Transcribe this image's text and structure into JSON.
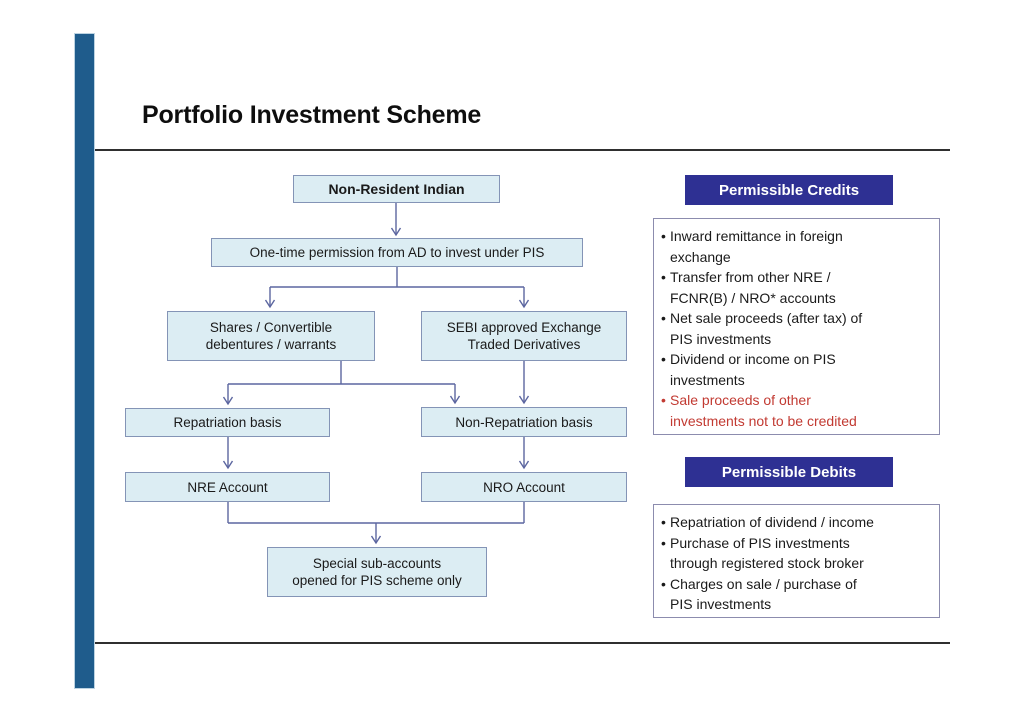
{
  "page": {
    "title": "Portfolio Investment Scheme"
  },
  "flowchart": {
    "nodes": {
      "nri": {
        "label": "Non-Resident Indian"
      },
      "permission": {
        "label": "One-time permission from AD to invest under PIS"
      },
      "shares": {
        "label": "Shares / Convertible\ndebentures / warrants"
      },
      "sebi": {
        "label": "SEBI approved Exchange\nTraded Derivatives"
      },
      "repatriation": {
        "label": "Repatriation basis"
      },
      "non_repatriation": {
        "label": "Non-Repatriation basis"
      },
      "nre": {
        "label": "NRE Account"
      },
      "nro": {
        "label": "NRO Account"
      },
      "special": {
        "label": "Special sub-accounts\nopened for PIS scheme only"
      }
    }
  },
  "panels": {
    "credits": {
      "title": "Permissible Credits",
      "items": [
        {
          "text": "Inward remittance in  foreign\nexchange",
          "red": false
        },
        {
          "text": "Transfer from other NRE /\nFCNR(B) / NRO* accounts",
          "red": false
        },
        {
          "text": "Net sale proceeds (after tax) of\nPIS investments",
          "red": false
        },
        {
          "text": "Dividend or income on PIS\ninvestments",
          "red": false
        },
        {
          "text": "Sale proceeds of other\ninvestments not to be credited",
          "red": true
        }
      ]
    },
    "debits": {
      "title": "Permissible Debits",
      "items": [
        {
          "text": "Repatriation of dividend / income",
          "red": false
        },
        {
          "text": "Purchase of PIS investments\nthrough registered stock broker",
          "red": false
        },
        {
          "text": "Charges on sale / purchase of\nPIS investments",
          "red": false
        }
      ]
    }
  },
  "glyphs": {
    "bullet": "•"
  },
  "colors": {
    "accent_bar": "#1f5c8c",
    "node_fill": "#dcedf3",
    "node_border": "#8494b6",
    "connector": "#5c66a0",
    "header_bg": "#2e3093",
    "red_text": "#c23a32"
  }
}
